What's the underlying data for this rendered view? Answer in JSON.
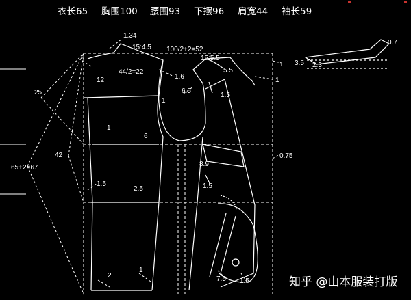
{
  "header": {
    "items": [
      "衣长65",
      "胸围100",
      "腰围93",
      "下摆96",
      "肩宽44",
      "袖长59"
    ]
  },
  "watermark": "知乎 @山本服装打版",
  "labels": {
    "l1_34": "1.34",
    "l15_4_5": "15:4.5",
    "l100_2_2": "100/2+2=52",
    "l15_5_5": "15:5.5",
    "l1_right_top": "1",
    "l1_right_2": "1",
    "l44_2": "44/2=22",
    "l12": "12",
    "l1_6": "1.6",
    "l5_5": "5.5",
    "l6_5": "6.5",
    "l1_5_a": "1.5",
    "l25": "25",
    "l1_mid": "1",
    "l1_left": "1",
    "l6": "6",
    "l42": "42",
    "l65": "65+2=67",
    "l8_9": "8.9",
    "l0_75": "0.75",
    "l1_5_b": "1.5",
    "l2_5": "2.5",
    "l1_5_c": "1.5",
    "l2": "2",
    "l1_bottom": "1",
    "l7_5": "7.5",
    "l1_5_d": "1.5",
    "l3_5": "3.5",
    "l2_3": "2.3",
    "l0_7": "0.7"
  },
  "colors": {
    "background": "#000000",
    "line": "#ffffff",
    "accent_dots": "#c8332f"
  }
}
